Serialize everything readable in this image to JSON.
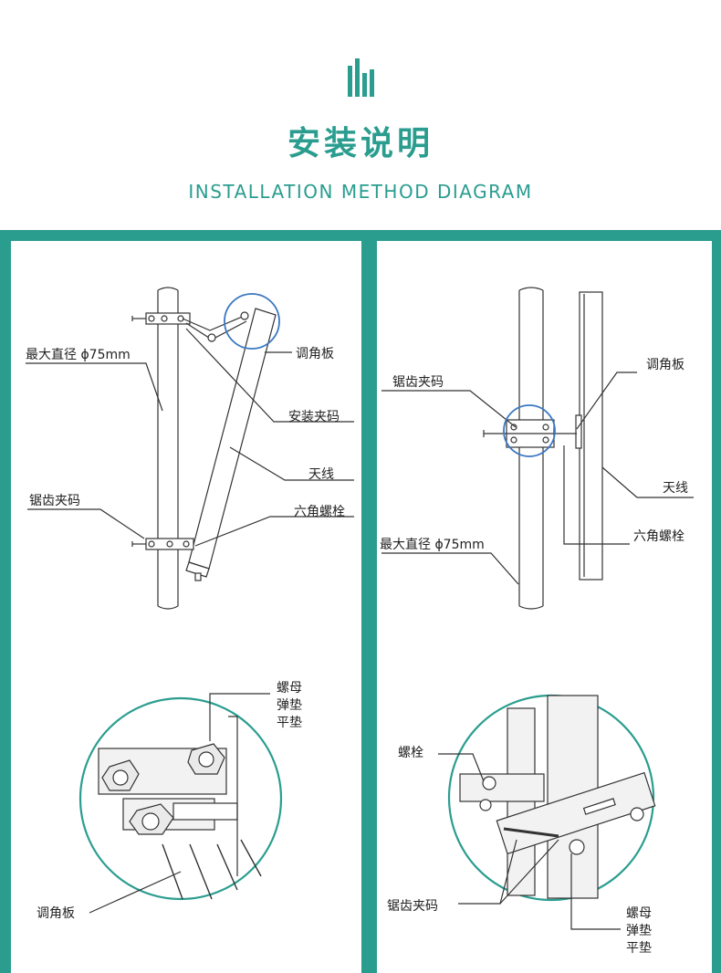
{
  "header": {
    "title_cn": "安装说明",
    "title_en": "INSTALLATION METHOD DIAGRAM"
  },
  "left_diagram": {
    "labels": {
      "max_diameter": "最大直径  ϕ75mm",
      "angle_plate": "调角板",
      "mount_clamp": "安装夹码",
      "antenna": "天线",
      "serrated_clamp": "锯齿夹码",
      "hex_bolt": "六角螺栓"
    }
  },
  "left_detail": {
    "labels": {
      "nut_group": "螺母\n弹垫\n平垫",
      "angle_plate": "调角板"
    }
  },
  "right_diagram": {
    "labels": {
      "serrated_clamp": "锯齿夹码",
      "angle_plate": "调角板",
      "antenna": "天线",
      "max_diameter": "最大直径  ϕ75mm",
      "hex_bolt": "六角螺栓"
    }
  },
  "right_detail": {
    "labels": {
      "bolt": "螺栓",
      "serrated_clamp": "锯齿夹码",
      "nut_group": "螺母\n弹垫\n平垫"
    }
  },
  "colors": {
    "accent": "#2a9d8f",
    "highlight_circle": "#3a78c2",
    "line": "#333333"
  }
}
